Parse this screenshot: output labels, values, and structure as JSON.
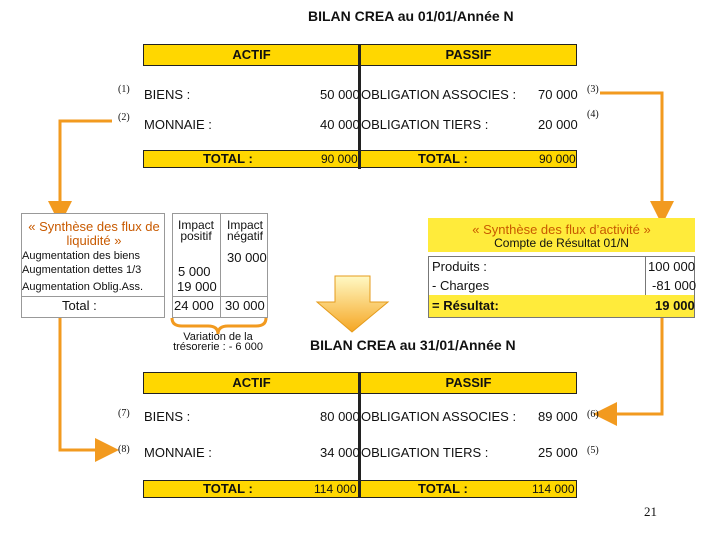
{
  "bilan1": {
    "title": "BILAN CREA au 01/01/Année N",
    "actif_label": "ACTIF",
    "passif_label": "PASSIF",
    "rows": [
      {
        "num_left": "(1)",
        "actif": "BIENS :",
        "actif_val": "50 000",
        "passif": "OBLIGATION ASSOCIES :",
        "passif_val": "70 000",
        "num_right": "(3)"
      },
      {
        "num_left": "(2)",
        "actif": "MONNAIE :",
        "actif_val": "40 000",
        "passif": "OBLIGATION TIERS :",
        "passif_val": "20 000",
        "num_right": "(4)"
      }
    ],
    "total_label": "TOTAL :",
    "total_actif": "90 000",
    "total_label2": "TOTAL :",
    "total_passif": "90 000"
  },
  "synth_liquidite": {
    "title": "« Synthèse des flux de liquidité »",
    "col1": "Impact positif",
    "col2": "Impact négatif",
    "rows": [
      {
        "label": "Augmentation des biens",
        "pos": "",
        "neg": "30 000"
      },
      {
        "label": "Augmentation dettes 1/3",
        "pos": "5 000",
        "neg": ""
      },
      {
        "label": "Augmentation Oblig.Ass.",
        "pos": "19 000",
        "neg": ""
      }
    ],
    "total_label": "Total :",
    "total_pos": "24 000",
    "total_neg": "30 000",
    "variation": "Variation de la trésorerie : - 6 000"
  },
  "synth_activite": {
    "title": "« Synthèse des flux d’activité »",
    "subtitle": "Compte de Résultat 01/N",
    "rows": [
      {
        "label": "Produits :",
        "val": "100 000"
      },
      {
        "label": "- Charges",
        "val": "-81 000"
      }
    ],
    "result_label": "= Résultat:",
    "result_val": "19 000"
  },
  "bilan2": {
    "title": "BILAN CREA au 31/01/Année N",
    "actif_label": "ACTIF",
    "passif_label": "PASSIF",
    "rows": [
      {
        "num_left": "(7)",
        "actif": "BIENS :",
        "actif_val": "80 000",
        "passif": "OBLIGATION ASSOCIES :",
        "passif_val": "89 000",
        "num_right": "(6)"
      },
      {
        "num_left": "(8)",
        "actif": "MONNAIE :",
        "actif_val": "34 000",
        "passif": "OBLIGATION TIERS :",
        "passif_val": "25 000",
        "num_right": "(5)"
      }
    ],
    "total_label": "TOTAL :",
    "total_actif": "114 000",
    "total_label2": "TOTAL :",
    "total_passif": "114 000"
  },
  "page_number": "21",
  "colors": {
    "yellow": "#ffd700",
    "orange": "#f29a1f",
    "light_yellow": "#fff36b"
  }
}
